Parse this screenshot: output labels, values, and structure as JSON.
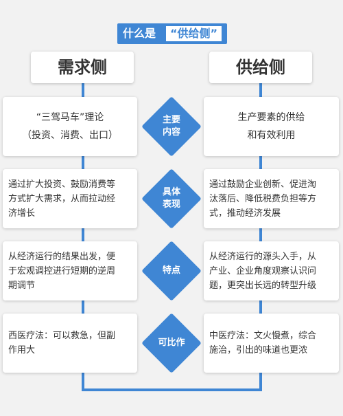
{
  "title": {
    "prefix": "什么是",
    "highlight": "“供给侧”"
  },
  "columns": {
    "left": "需求侧",
    "right": "供给侧"
  },
  "rows": [
    {
      "label_lines": [
        "主要",
        "内容"
      ],
      "left_lines": [
        "“三驾马车”理论",
        "（投资、消费、出口）"
      ],
      "right_lines": [
        "生产要素的供给",
        "和有效利用"
      ]
    },
    {
      "label_lines": [
        "具体",
        "表现"
      ],
      "left_lines": [
        "通过扩大投资、鼓励消费等",
        "方式扩大需求，从而拉动经",
        "济增长"
      ],
      "right_lines": [
        "通过鼓励企业创新、促进淘",
        "汰落后、降低税费负担等方",
        "式，推动经济发展"
      ]
    },
    {
      "label_lines": [
        "特点"
      ],
      "left_lines": [
        "从经济运行的结果出发，便",
        "于宏观调控进行短期的逆周",
        "期调节"
      ],
      "right_lines": [
        "从经济运行的源头入手，从",
        "产业、企业角度观察认识问",
        "题，更突出长远的转型升级"
      ]
    },
    {
      "label_lines": [
        "可比作"
      ],
      "left_lines": [
        "西医疗法：可以救急，但副",
        "作用大"
      ],
      "right_lines": [
        "中医疗法：文火慢煮，综合",
        "施治，引出的味道也更浓"
      ]
    }
  ],
  "colors": {
    "accent": "#3f86d4",
    "background": "#f2f2f2",
    "box": "#ffffff",
    "text": "#333333"
  }
}
